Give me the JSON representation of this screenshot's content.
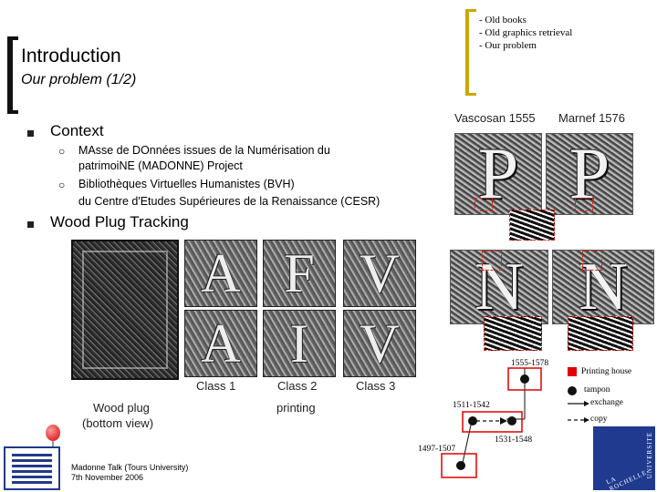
{
  "header": {
    "title": "Introduction",
    "subtitle": "Our problem (1/2)",
    "toc": [
      "- Old books",
      "- Old graphics retrieval",
      "- Our problem"
    ]
  },
  "bullets": {
    "context": "Context",
    "madonne": "MAsse de DOnnées issues de la Numérisation du patrimoiNE (MADONNE) Project",
    "bvh_line1": "Bibliothèques Virtuelles Humanistes (BVH)",
    "bvh_line2": "du Centre d'Etudes Supérieures de la Renaissance (CESR)",
    "wood": "Wood Plug Tracking"
  },
  "figures": {
    "vascosan": "Vascosan 1555",
    "marnef": "Marnef 1576",
    "class1": "Class 1",
    "class2": "Class 2",
    "class3": "Class 3",
    "woodplug_line1": "Wood plug",
    "woodplug_line2": "(bottom view)",
    "printing": "printing",
    "tiles": [
      "A",
      "F",
      "V",
      "A",
      "I",
      "V"
    ],
    "big_letters": [
      "P",
      "P",
      "N",
      "N"
    ]
  },
  "diagram": {
    "d1555": "1555-1578",
    "d1511": "1511-1542",
    "d1531": "1531-1548",
    "d1497": "1497-1507",
    "legend_house": "Printing house",
    "legend_tampon": "tampon",
    "legend_exchange": "exchange",
    "legend_copy": "copy",
    "accent_red": "#e00000"
  },
  "footer": {
    "line1": "Madonne Talk (Tours University)",
    "line2": "7th November 2006",
    "logo_vertical": "UNIVERSITÉ",
    "logo_curve": "LA ROCHELLE"
  }
}
